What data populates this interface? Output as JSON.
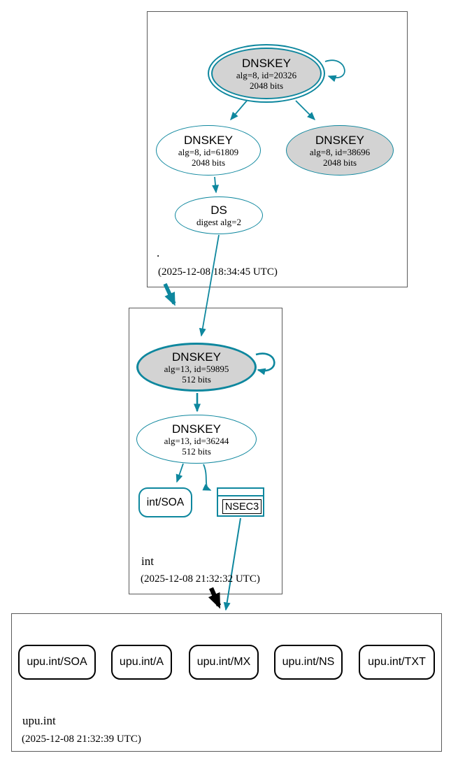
{
  "colors": {
    "accent_teal": "#0e879e",
    "node_gray_fill": "#d3d3d3",
    "cluster_border_gray": "#5a5a5a",
    "insecure_black": "#000000"
  },
  "zones": [
    {
      "label": ".",
      "timestamp": "(2025-12-08 18:34:45 UTC)",
      "nodes": {
        "ksk": {
          "title": "DNSKEY",
          "detail1": "alg=8, id=20326",
          "detail2": "2048 bits"
        },
        "zsk": {
          "title": "DNSKEY",
          "detail1": "alg=8, id=61809",
          "detail2": "2048 bits"
        },
        "standby": {
          "title": "DNSKEY",
          "detail1": "alg=8, id=38696",
          "detail2": "2048 bits"
        },
        "ds": {
          "title": "DS",
          "detail1": "digest alg=2"
        }
      }
    },
    {
      "label": "int",
      "timestamp": "(2025-12-08 21:32:32 UTC)",
      "nodes": {
        "ksk": {
          "title": "DNSKEY",
          "detail1": "alg=13, id=59895",
          "detail2": "512 bits"
        },
        "zsk": {
          "title": "DNSKEY",
          "detail1": "alg=13, id=36244",
          "detail2": "512 bits"
        },
        "soa": {
          "label": "int/SOA"
        },
        "nsec3": {
          "label": "NSEC3"
        }
      }
    },
    {
      "label": "upu.int",
      "timestamp": "(2025-12-08 21:32:39 UTC)",
      "rrsets": [
        {
          "label": "upu.int/SOA"
        },
        {
          "label": "upu.int/A"
        },
        {
          "label": "upu.int/MX"
        },
        {
          "label": "upu.int/NS"
        },
        {
          "label": "upu.int/TXT"
        }
      ]
    }
  ]
}
